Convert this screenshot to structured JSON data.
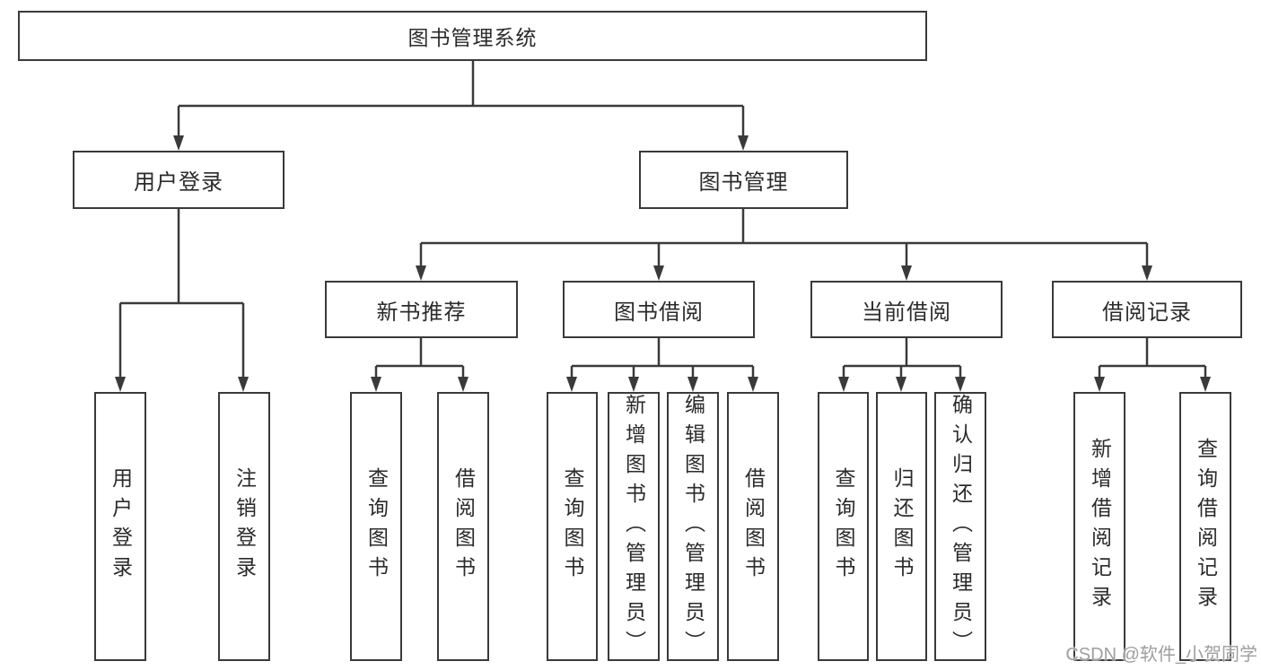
{
  "diagram": {
    "root": "图书管理系统",
    "branches": [
      {
        "label": "用户登录",
        "children": [
          "用户登录",
          "注销登录"
        ]
      },
      {
        "label": "图书管理",
        "groups": [
          {
            "label": "新书推荐",
            "children": [
              "查询图书",
              "借阅图书"
            ]
          },
          {
            "label": "图书借阅",
            "children": [
              "查询图书",
              "新增图书（管理员）",
              "编辑图书（管理员）",
              "借阅图书"
            ]
          },
          {
            "label": "当前借阅",
            "children": [
              "查询图书",
              "归还图书",
              "确认归还（管理员）"
            ]
          },
          {
            "label": "借阅记录",
            "children": [
              "新增借阅记录",
              "查询借阅记录"
            ]
          }
        ]
      }
    ]
  },
  "colors": {
    "line": "#3a3a3a",
    "text": "#2b2b2b",
    "watermark_text": "#9e9e9e",
    "background": "#ffffff"
  },
  "watermark": "CSDN @软件_小贺同学"
}
